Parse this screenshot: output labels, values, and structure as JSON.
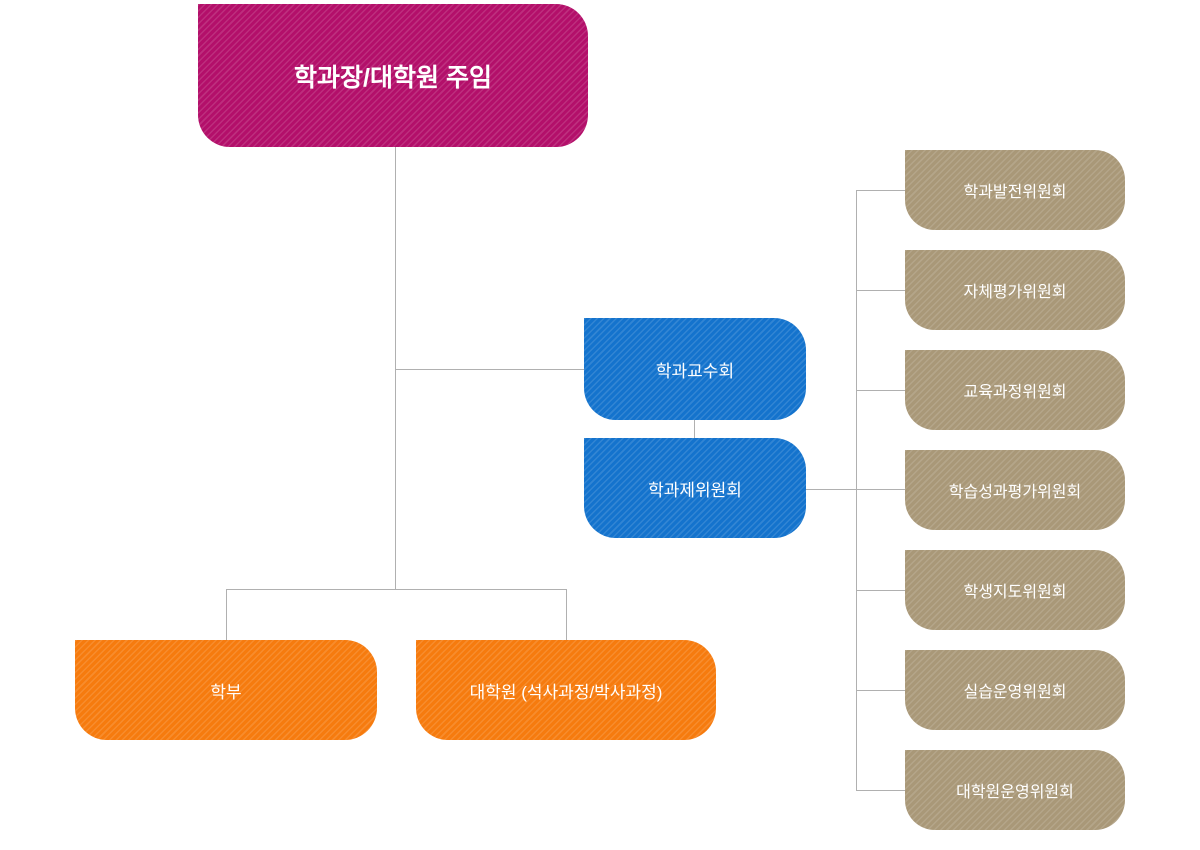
{
  "colors": {
    "head": "#b30f6a",
    "council": "#1473cd",
    "program": "#f67b0e",
    "committee": "#a99878",
    "line": "#b0b0b0"
  },
  "org": {
    "head": {
      "label": "학과장/대학원 주임"
    },
    "council": {
      "label": "학과교수회"
    },
    "board": {
      "label": "학과제위원회"
    },
    "programs": [
      {
        "label": "학부"
      },
      {
        "label": "대학원 (석사과정/박사과정)"
      }
    ],
    "committees": [
      {
        "label": "학과발전위원회"
      },
      {
        "label": "자체평가위원회"
      },
      {
        "label": "교육과정위원회"
      },
      {
        "label": "학습성과평가위원회"
      },
      {
        "label": "학생지도위원회"
      },
      {
        "label": "실습운영위원회"
      },
      {
        "label": "대학원운영위원회"
      }
    ]
  }
}
